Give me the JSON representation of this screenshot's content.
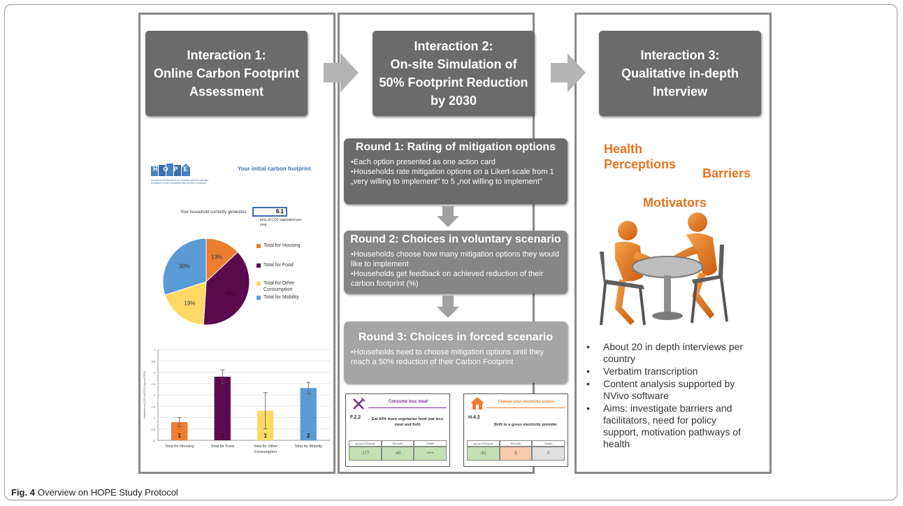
{
  "interactions": [
    {
      "lines": [
        "Interaction 1:",
        "Online Carbon Footprint",
        "Assessment"
      ]
    },
    {
      "lines": [
        "Interaction 2:",
        "On-site Simulation of",
        "50% Footprint Reduction",
        "by 2030"
      ]
    },
    {
      "lines": [
        "Interaction 3:",
        "Qualitative in-depth",
        "Interview"
      ]
    }
  ],
  "footprint_sheet": {
    "logo": "HOPE",
    "logo_tagline": "Household Preferences for reducing greenhouse gas Emissions in four European high income Countries",
    "title": "Your initial carbon footprint",
    "generates_label": "Your household currently generates",
    "value": "6.1",
    "unit_label": "tons of CO2 equivalent per year"
  },
  "pie_chart": {
    "type": "pie",
    "slices": [
      {
        "label": "Total for Housing",
        "value": 13,
        "value_label": "13%",
        "color": "#ed7d31"
      },
      {
        "label": "Total for Food",
        "value": 38,
        "value_label": "38%",
        "color": "#5c0a4e"
      },
      {
        "label": "Total for Other Consumption",
        "value": 19,
        "value_label": "19%",
        "color": "#ffd966"
      },
      {
        "label": "Total for Mobility",
        "value": 30,
        "value_label": "30%",
        "color": "#5b9bd5"
      }
    ],
    "legend": [
      "Total for Housing",
      "Total for Food",
      "Total for Other",
      "Consumption",
      "Total for Mobility"
    ]
  },
  "chart_data": {
    "type": "bar",
    "categories": [
      "Total for Housing",
      "Total for Food",
      "Total for Other Consumption",
      "Total for Mobility"
    ],
    "values": [
      0.8,
      2.8,
      1.3,
      2.3
    ],
    "error_high": [
      1.0,
      3.1,
      2.1,
      2.55
    ],
    "error_low": [
      0.6,
      2.5,
      0.5,
      2.05
    ],
    "bar_labels": [
      "1",
      "3",
      "1",
      "2"
    ],
    "colors": [
      "#ed7d31",
      "#5c0a4e",
      "#ffd966",
      "#5b9bd5"
    ],
    "ylabel": "Numbers eq CO2 (t/CO2) (kg eq CO2)",
    "ylim": [
      0,
      4
    ],
    "yticks": [
      "0",
      "0.5",
      "1",
      "1.5",
      "2",
      "2.5",
      "3",
      "3.5",
      "4"
    ],
    "grid": true
  },
  "rounds": [
    {
      "title": "Round 1: Rating of mitigation options",
      "bullets": [
        "•Each option presented as one action card",
        "•Households rate mitigation options on a Likert-scale from 1 „very willing to implement\" to 5 „not willing to implement\""
      ]
    },
    {
      "title": "Round 2: Choices in voluntary scenario",
      "bullets": [
        "•Households choose how many mitigation options they would like to implement",
        "•Households get feedback on achieved reduction of their carbon footprint (%)"
      ]
    },
    {
      "title": "Round 3: Choices in forced scenario",
      "bullets": [
        "•Households need to choose mitigation options until they reach a 50% reduction of their Carbon Footprint"
      ]
    }
  ],
  "cards": [
    {
      "icon": "fork-knife-icon",
      "heading": "Consume less meat",
      "code": "F.2.2",
      "text": "Eat 60% more vegetarian food (eat less meat and fish)",
      "cols": [
        "kg eq.CO2/year",
        "€/month",
        "Health"
      ],
      "vals": [
        "-177",
        "-40",
        "+++"
      ],
      "accent": "#7b2c8f",
      "cell_colors": [
        "#c6e0b4",
        "#c6e0b4",
        "#c6e0b4"
      ]
    },
    {
      "icon": "house-icon",
      "heading": "Change your electricity source",
      "code": "H.4.2",
      "text": "Shift to a green electricity provider",
      "cols": [
        "kg eq.CO2/year",
        "€/month",
        "Health"
      ],
      "vals": [
        "-91",
        "5",
        "0"
      ],
      "accent": "#ed7d31",
      "cell_colors": [
        "#c6e0b4",
        "#f8cbad",
        "#e0e0e0"
      ]
    }
  ],
  "keywords": [
    "Health",
    "Perceptions",
    "Barriers",
    "Motivators"
  ],
  "interview_bullets": [
    "About 20 in depth interviews per country",
    "Verbatim transcription",
    "Content analysis supported by NVivo software",
    "Aims: investigate barriers and facilitators, need for policy support, motivation pathways of health"
  ],
  "caption": {
    "label": "Fig. 4",
    "text": "Overview on HOPE Study Protocol"
  },
  "colors": {
    "header_gray": "#6b6b6b",
    "round1": "#6b6b6b",
    "round2": "#858585",
    "round3": "#a5a5a5",
    "keyword_orange": "#e8741e",
    "figure_orange": "#e5801e"
  }
}
